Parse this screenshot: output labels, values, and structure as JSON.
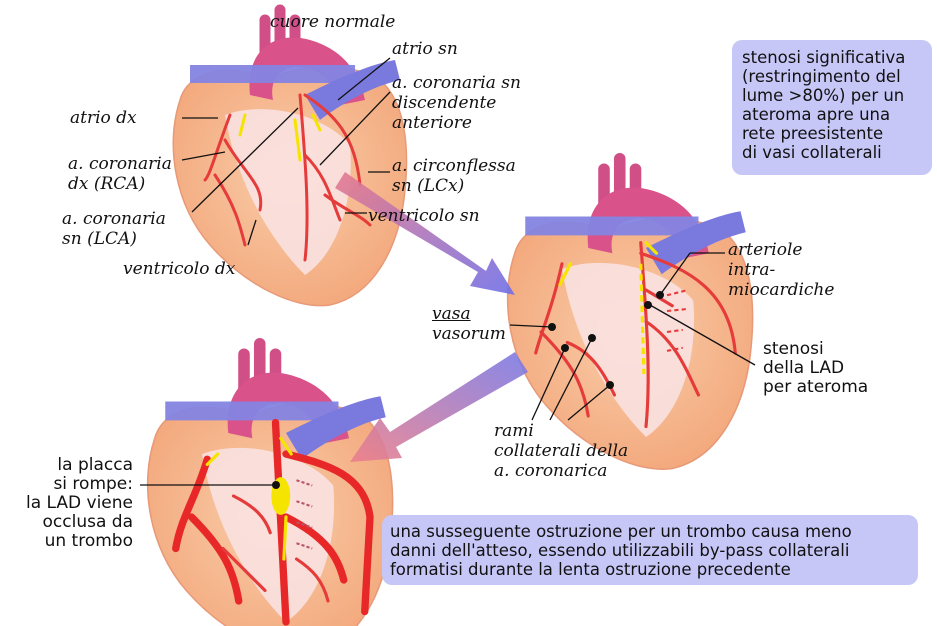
{
  "colors": {
    "heart_fill": "#f7b98f",
    "heart_inner": "#f8dede",
    "aorta": "#d9528a",
    "vena": "#7f7fe0",
    "artery": "#e63b3b",
    "flow_arrow": "#f5e400",
    "note_box": "#c6c6f7"
  },
  "heart1": {
    "title": "cuore normale",
    "labels": {
      "atrio_dx": "atrio dx",
      "atrio_sn": "atrio sn",
      "lad": [
        "a. coronaria sn",
        "discendente",
        "anteriore"
      ],
      "rca": [
        "a. coronaria",
        "dx (RCA)"
      ],
      "lcx": [
        "a. circonflessa",
        "sn (LCx)"
      ],
      "lca": [
        "a. coronaria",
        "sn (LCA)"
      ],
      "ventricolo_sn": "ventricolo sn",
      "ventricolo_dx": "ventricolo dx"
    }
  },
  "heart2": {
    "arteriole": [
      "arteriole",
      "intra-",
      "miocardiche"
    ],
    "vasa": [
      "vasa",
      "vasorum"
    ],
    "stenosi": [
      "stenosi",
      "della LAD",
      "per ateroma"
    ],
    "rami": [
      "rami",
      "collaterali della",
      "a. coronarica"
    ]
  },
  "heart3": {
    "placca": [
      "la placca",
      "si rompe:",
      "la LAD viene",
      "occlusa da",
      "un trombo"
    ]
  },
  "notes": {
    "top": [
      "stenosi significativa",
      "(restringimento del",
      "lume >80%) per un",
      "ateroma apre una",
      "rete preesistente",
      "di vasi collaterali"
    ],
    "bottom": [
      "una susseguente ostruzione per un trombo causa meno",
      "danni dell'atteso, essendo utilizzabili by-pass collaterali",
      "formatisi durante la lenta ostruzione precedente"
    ]
  }
}
